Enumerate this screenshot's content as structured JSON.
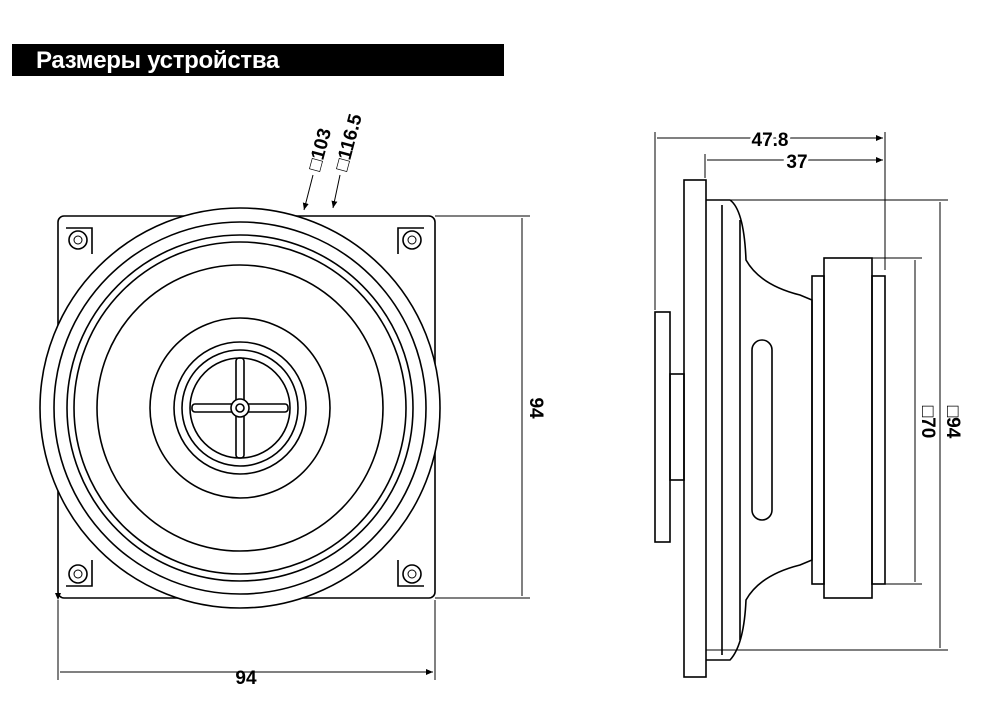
{
  "title": "Размеры устройства",
  "front_view": {
    "width_label": "94",
    "height_label": "94",
    "mount_label_inner": "□103",
    "mount_label_outer": "□116.5"
  },
  "side_view": {
    "total_depth_label": "47.8",
    "mount_depth_label": "37",
    "magnet_label": "□70",
    "height_label": "□94"
  }
}
